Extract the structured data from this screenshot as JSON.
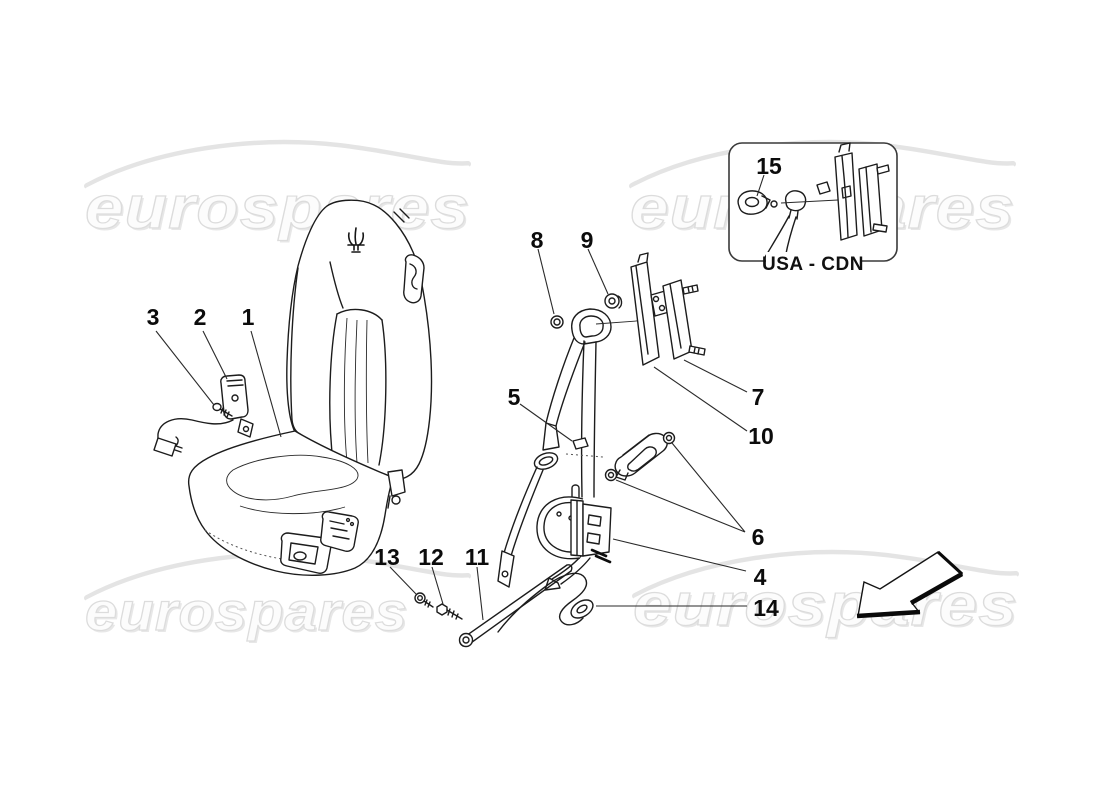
{
  "watermark": {
    "text": "eurospares"
  },
  "inset": {
    "label": "USA - CDN"
  },
  "callouts": [
    "1",
    "2",
    "3",
    "4",
    "5",
    "6",
    "7",
    "8",
    "9",
    "10",
    "11",
    "12",
    "13",
    "14",
    "15"
  ]
}
